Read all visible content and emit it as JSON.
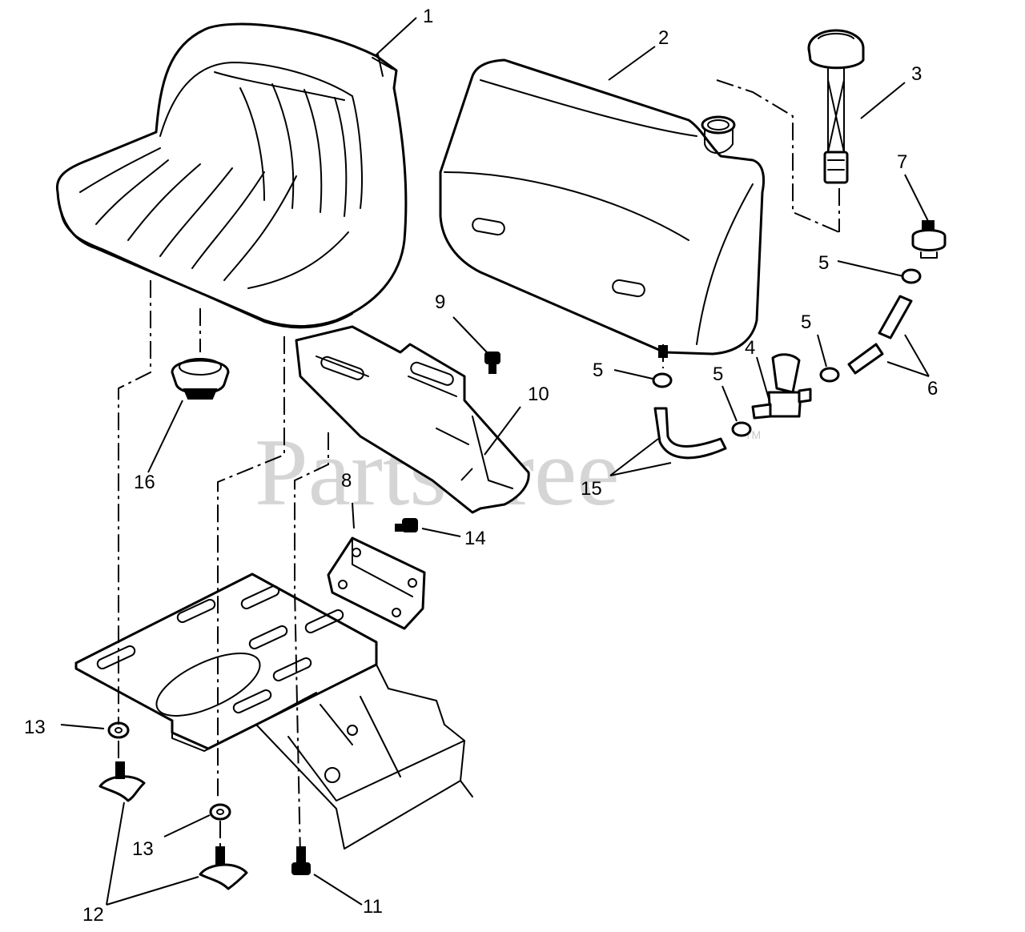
{
  "watermark": {
    "text": "PartsTree",
    "trademark": "TM"
  },
  "callouts": {
    "c1": "1",
    "c2": "2",
    "c3": "3",
    "c4": "4",
    "c5a": "5",
    "c5b": "5",
    "c5c": "5",
    "c5d": "5",
    "c6": "6",
    "c7": "7",
    "c8": "8",
    "c9": "9",
    "c10": "10",
    "c11": "11",
    "c12": "12",
    "c13a": "13",
    "c13b": "13",
    "c14": "14",
    "c15": "15",
    "c16": "16"
  }
}
